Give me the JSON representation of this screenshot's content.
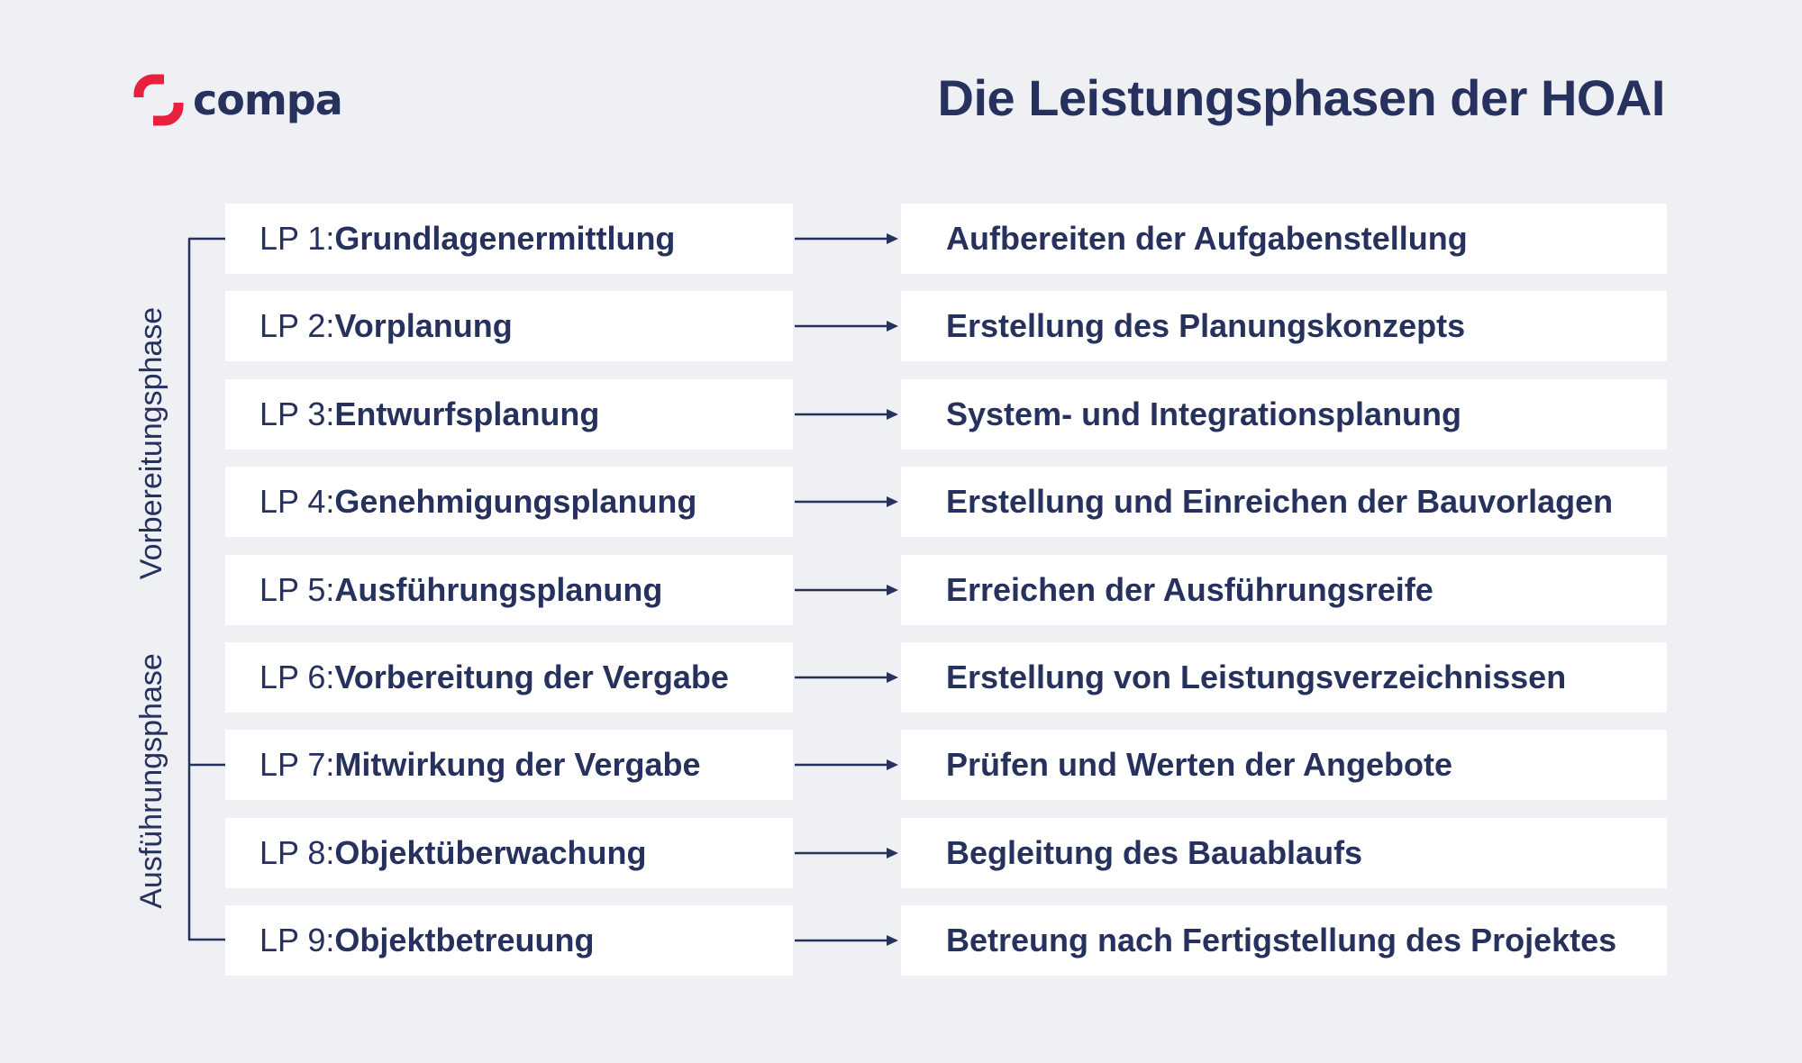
{
  "logo": {
    "text": "compa",
    "icon": "compa-logo-icon",
    "accent_color": "#e8203d"
  },
  "title": "Die Leistungsphasen der HOAI",
  "phases": {
    "preparation": "Vorbereitungsphase",
    "execution": "Ausführungsphase"
  },
  "colors": {
    "background": "#eff0f4",
    "text": "#26315e",
    "box": "#ffffff"
  },
  "rows": [
    {
      "num": "LP 1: ",
      "name": "Grundlagenermittlung",
      "description": "Aufbereiten der Aufgabenstellung"
    },
    {
      "num": "LP 2: ",
      "name": "Vorplanung",
      "description": "Erstellung des Planungskonzepts"
    },
    {
      "num": "LP 3: ",
      "name": "Entwurfsplanung",
      "description": "System- und Integrationsplanung"
    },
    {
      "num": "LP 4: ",
      "name": "Genehmigungsplanung",
      "description": "Erstellung und Einreichen der Bauvorlagen"
    },
    {
      "num": "LP 5: ",
      "name": "Ausführungsplanung",
      "description": "Erreichen der Ausführungsreife"
    },
    {
      "num": "LP 6: ",
      "name": "Vorbereitung der Vergabe",
      "description": "Erstellung von Leistungsverzeichnissen"
    },
    {
      "num": "LP 7: ",
      "name": "Mitwirkung der Vergabe",
      "description": "Prüfen und Werten der Angebote"
    },
    {
      "num": "LP 8: ",
      "name": "Objektüberwachung",
      "description": "Begleitung des Bauablaufs"
    },
    {
      "num": "LP 9: ",
      "name": "Objektbetreuung",
      "description": "Betreung nach Fertigstellung des Projektes"
    }
  ]
}
